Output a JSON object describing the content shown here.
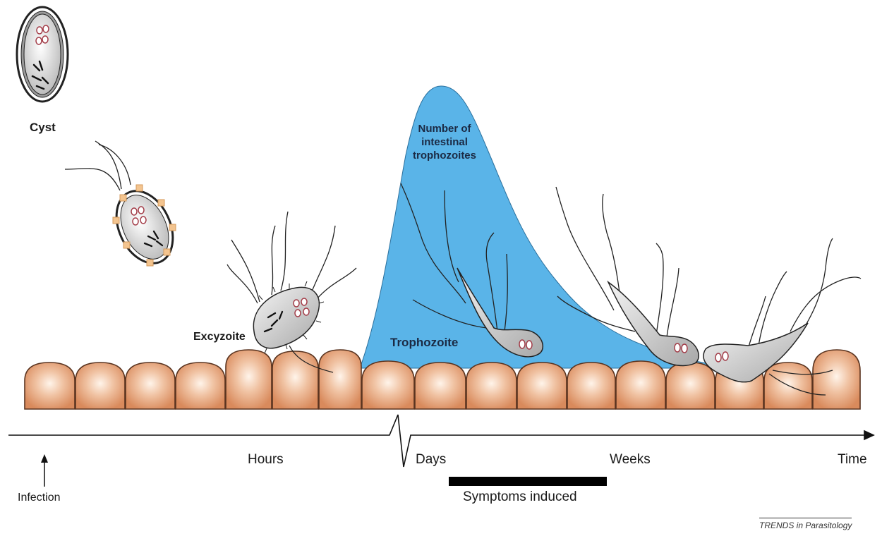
{
  "labels": {
    "cyst": "Cyst",
    "excyzoite": "Excyzoite",
    "trophozoite": "Trophozoite",
    "curve_line1": "Number of",
    "curve_line2": "intestinal",
    "curve_line3": "trophozoites",
    "infection": "Infection",
    "symptoms": "Symptoms induced",
    "credit": "TRENDS in Parasitology"
  },
  "timeline": {
    "ticks": [
      "Hours",
      "Days",
      "Weeks",
      "Time"
    ]
  },
  "colors": {
    "curve_fill": "#5ab4e8",
    "cell_base": "#d98a5c",
    "cell_highlight": "#fff4ea",
    "cell_outline": "#5a3420",
    "parasite_body": "#e6e6e6",
    "nucleus": "#c77f86",
    "outline": "#222222"
  },
  "icons": [
    "cyst-icon",
    "excysting-cyst-icon",
    "excyzoite-icon",
    "trophozoite-icon",
    "infection-arrow-icon"
  ]
}
